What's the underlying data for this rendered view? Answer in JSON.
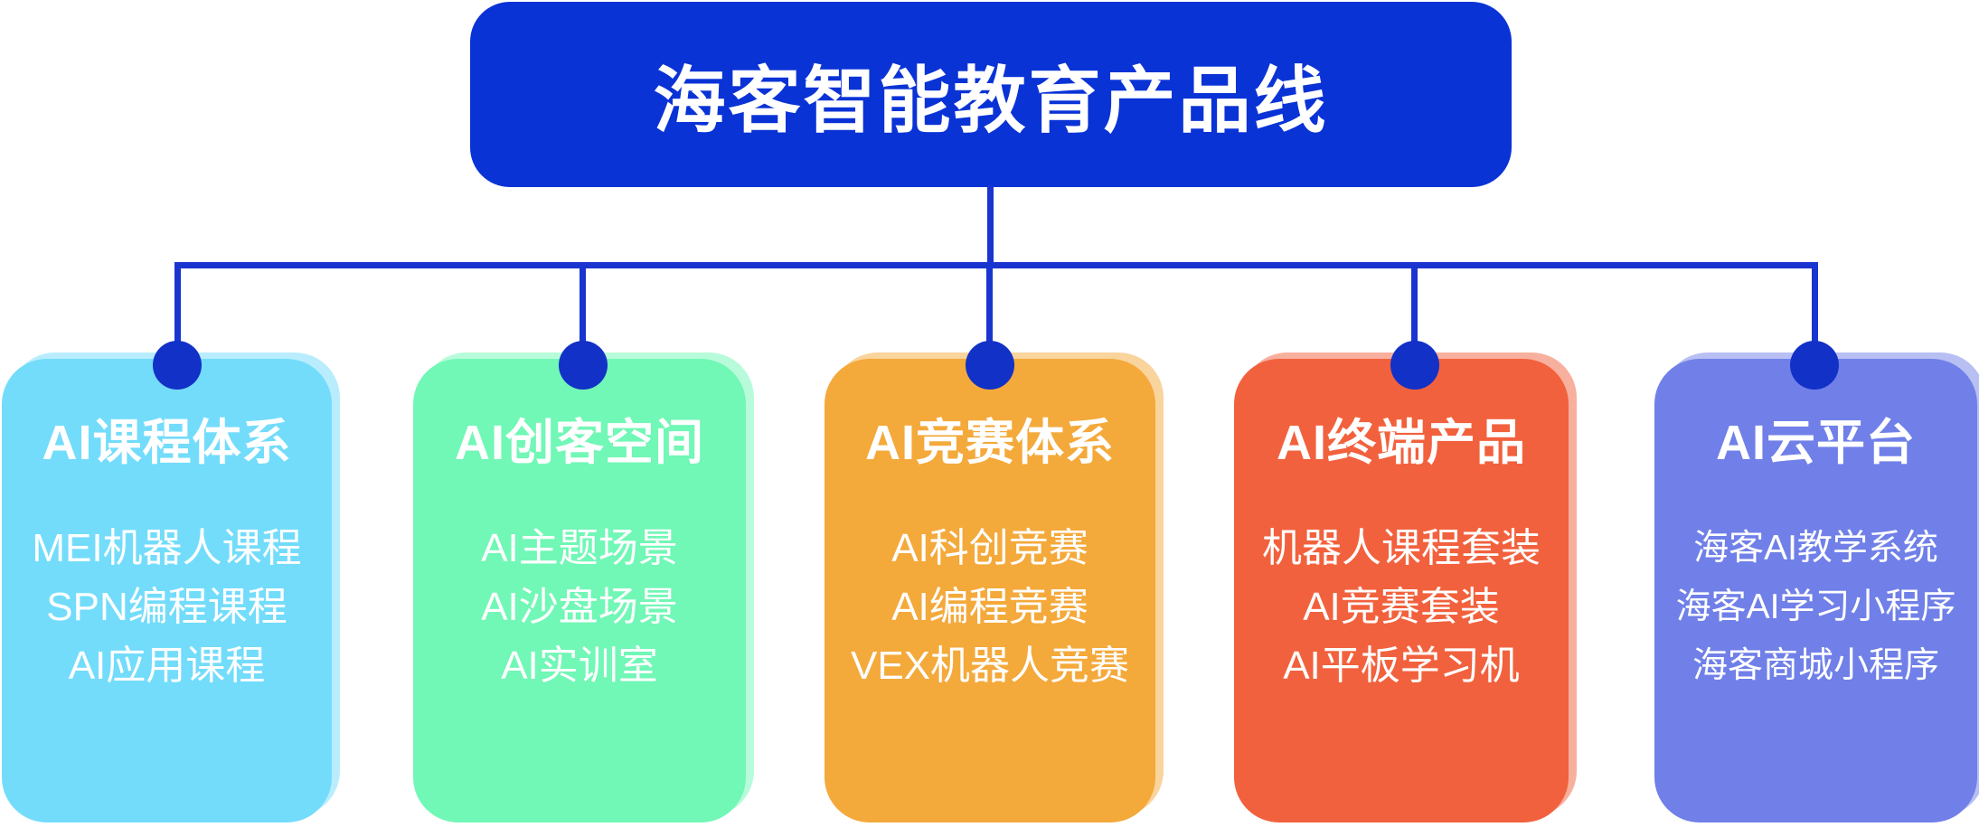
{
  "root": {
    "title": "海客智能教育产品线"
  },
  "palette": {
    "root_node_blue": "#0a33d6",
    "connector_line_blue": "#1a35cf",
    "connector_dot_blue": "#1231c7",
    "text_white": "#ffffff"
  },
  "cards": [
    {
      "title": "AI课程体系",
      "color": "#73dcfb",
      "items": [
        "MEI机器人课程",
        "SPN编程课程",
        "AI应用课程"
      ]
    },
    {
      "title": "AI创客空间",
      "color": "#71f7b6",
      "items": [
        "AI主题场景",
        "AI沙盘场景",
        "AI实训室"
      ]
    },
    {
      "title": "AI竞赛体系",
      "color": "#f4a93b",
      "items": [
        "AI科创竞赛",
        "AI编程竞赛",
        "VEX机器人竞赛"
      ]
    },
    {
      "title": "AI终端产品",
      "color": "#f2613d",
      "items": [
        "机器人课程套装",
        "AI竞赛套装",
        "AI平板学习机"
      ]
    },
    {
      "title": "AI云平台",
      "color": "#7080e8",
      "items": [
        "海客AI教学系统",
        "海客AI学习小程序",
        "海客商城小程序"
      ]
    }
  ]
}
